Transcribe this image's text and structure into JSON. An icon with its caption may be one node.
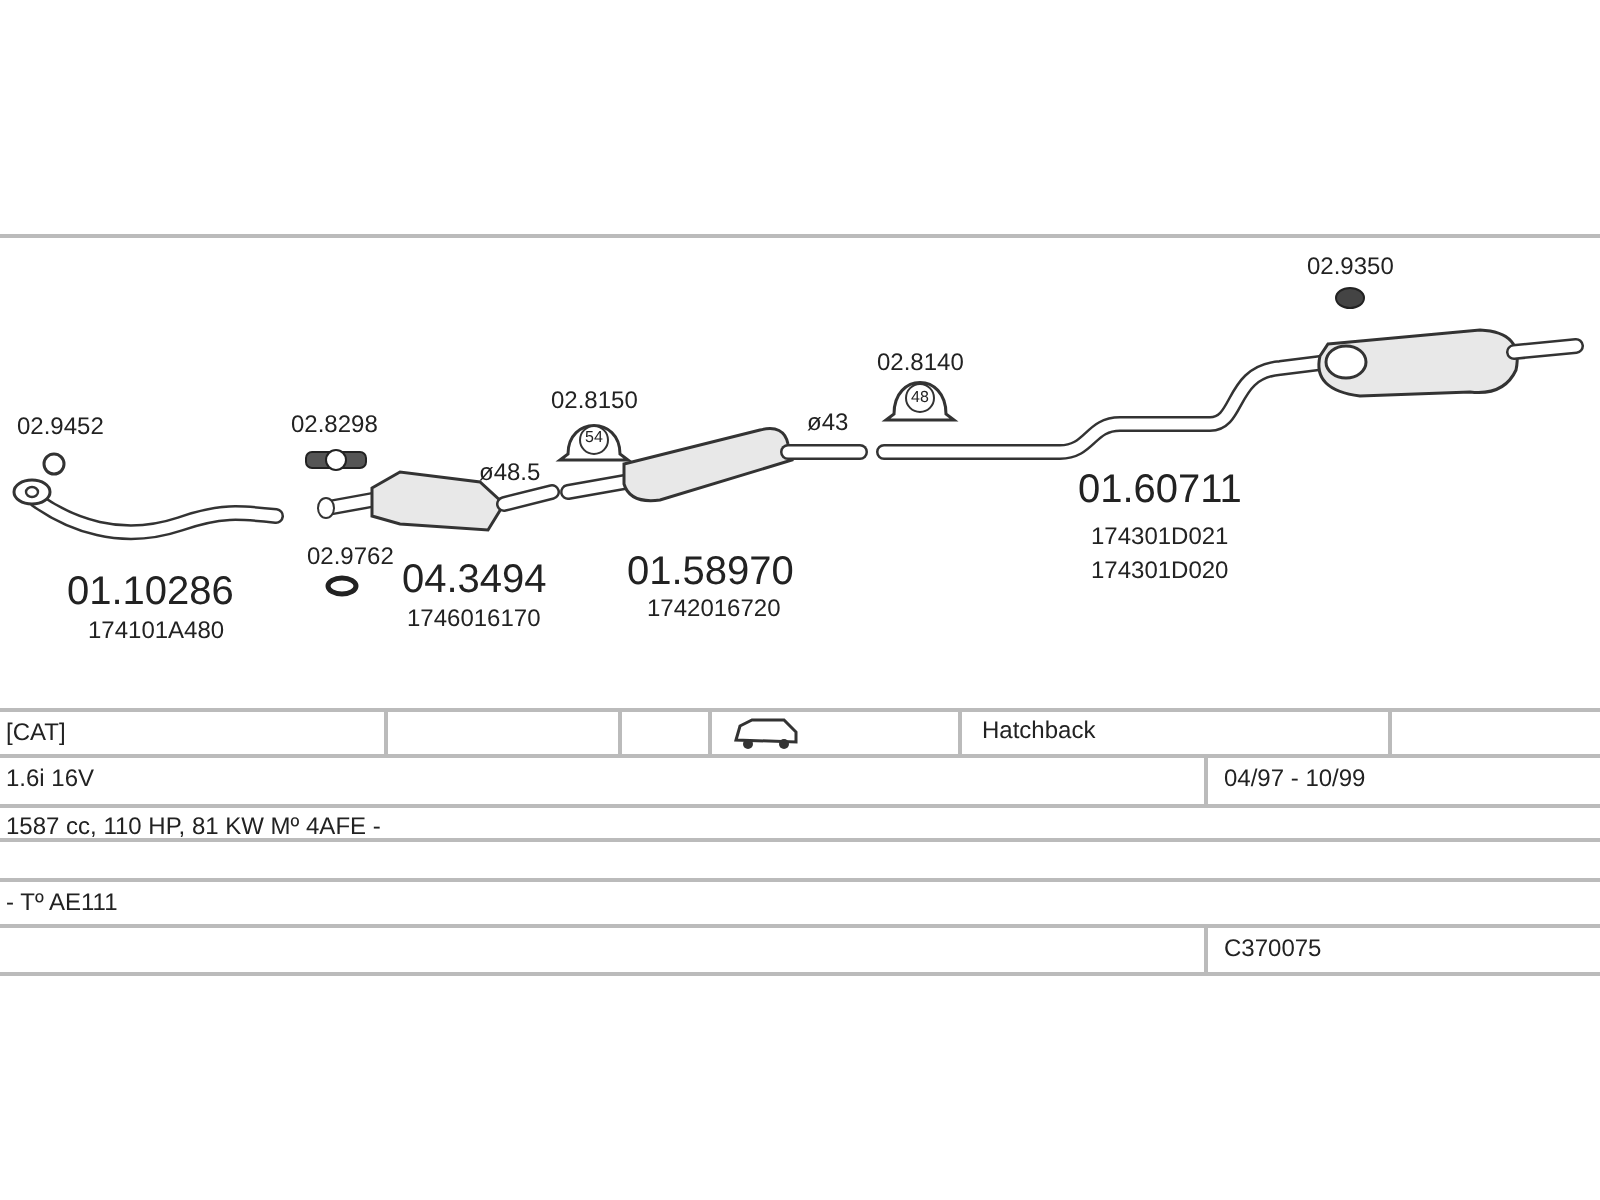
{
  "diagram": {
    "labels": [
      "02.9452",
      "01.10286",
      "174101A480",
      "02.8298",
      "02.9762",
      "04.3494",
      "1746016170",
      "ø48.5",
      "02.8150",
      "54",
      "01.58970",
      "1742016720",
      "ø43",
      "02.8140",
      "48",
      "01.60711",
      "174301D021",
      "174301D020",
      "02.9350",
      "[CAT]",
      "Hatchback",
      "1.6i 16V",
      "04/97 - 10/99",
      "1587 cc, 110 HP, 81 KW Mº 4AFE -",
      "- Tº AE111",
      "C370075"
    ]
  }
}
